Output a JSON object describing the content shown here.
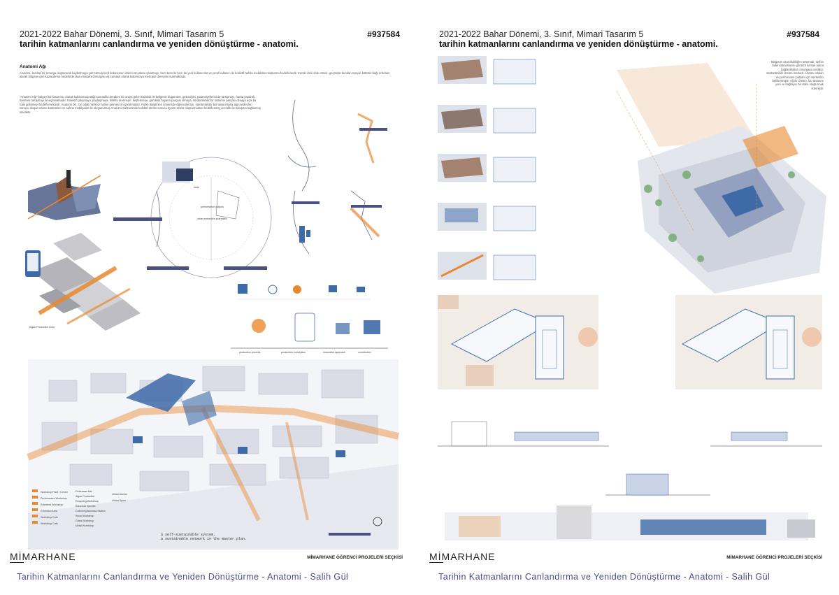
{
  "left_sheet": {
    "course_line": "2021-2022 Bahar Dönemi, 3. Sınıf, Mimari Tasarım 5",
    "title": "tarihin katmanlarını canlandırma ve yeniden dönüştürme - anatomi.",
    "code": "#937584",
    "section_heading": "Anatomi Ağı",
    "intro_paragraph": "Anatomi, kentsel bir omurga oluştururak kaybolmaya yüz tutmuş kent dokusunun izlerini ön plana çıkarmayı, hem kent ile hem de yeni kullanıcılar ve yerel kullanıcı ile kolektif hafıza mekânlar oluşturma hedeflenedir. Kentin izini izole etmek, geçmişte kurulan sosyal, kültürel bağı referans alarak bölgeye geri kazandırma hedefinde olan Anatomi Omurgası eş zamanlı olarak kullanıcıya metropol deneyimi sunmaktadır.",
    "second_paragraph": "\"Anatomi Ağı\" bölgeyi bir tasarımcı olarak kullanıma pratiği sunmakla beraber, bir araya gelen topluluk ile bölgenin bugününü, geleceğini, potansiyellerini de tartışmayı, harita yaparak, üreterek tartışmayı amaçlamaktadır. Kolektif çalışmaya, paylaşmaya, birlikte üretmeye, keşfetmeye, gündelik hayatın parçası olmaya, sürdürülebilir bir sistemin parçası olmaya açık bir hale gelinmeyi hedeflemektedir. Anatomi 00.. bir odak merkezi haline gelmesi ön görülmüştür. Farklı disiplinleri üniversite öğrencilerinin, sürdürülebilir bio tasarımlarla alg üretilenleri sonucu oluşan sahne kostümleri ve sahne mobilyaları ile oluşturulmuş Anatomi Sahnesinde kolektif üretim sonucu tiyatro ürünü oluşturmaktan hedeflenmiş ve trafik ile buluşma sağlanmış olacaktır.",
    "footer_logo": "MİMARHANE",
    "footer_right": "MİMARHANE ÖĞRENCİ PROJELERİ SEÇKİSİ",
    "plan_tagline_1": "a self-sustainable system.",
    "plan_tagline_2": "a sustainable network in the master plan.",
    "legend_items": [
      "Workshop Point / Center",
      "Performance Workshop",
      "Extended Workshop",
      "Exhibition Area",
      "Workshop Cafe",
      "Workshop Cafe"
    ],
    "legend_items_2": [
      "Fisherman Net",
      "Algae Production",
      "Recycling Workshop",
      "Botanical Species",
      "Collecting Biomass Station",
      "Wood Workshop",
      "Glass Workshop",
      "Metal Workshop"
    ],
    "legend_items_3": [
      "Urban Anchor",
      "Urban Spine"
    ],
    "diagram_labels": [
      "performance outputs",
      "urban extraction potentials",
      "ideal",
      "Algae Production Area"
    ],
    "icon_labels": [
      "production process",
      "production conversion",
      "innovative approach",
      "contribution"
    ]
  },
  "right_sheet": {
    "course_line": "2021-2022 Bahar Dönemi, 3. Sınıf, Mimari Tasarım 5",
    "title": "tarihin katmanlarını canlandırma ve yeniden dönüştürme - anatomi.",
    "code": "#937584",
    "side_note": "Bölgenin okunabilirliğini arttırmak, tarihin farklı katmanlarını görünür kılmak adına bağlantılıkları omurgaya verilikçi, sürdürülebilir Üretim merkezi, Üretim odaları ve performans çıktıları için merkezler belirlenmiştir. Ağ ile Üretim, bio tasarımı yeni ve bağlayıcı bir doku oluşturmak istemiştir.",
    "footer_logo": "MİMARHANE",
    "footer_right": "MİMARHANE ÖĞRENCİ PROJELERİ SEÇKİSİ"
  },
  "captions": {
    "left": "Tarihin Katmanlarını Canlandırma ve Yeniden Dönüştürme - Anatomi - Salih Gül",
    "right": "Tarihin Katmanlarını Canlandırma ve Yeniden Dönüştürme - Anatomi - Salih Gül"
  },
  "colors": {
    "accent_orange": "#e8892f",
    "accent_blue": "#3e6aa8",
    "caption_purple": "#4a4f86",
    "muted_grey": "#b8b8c4"
  }
}
